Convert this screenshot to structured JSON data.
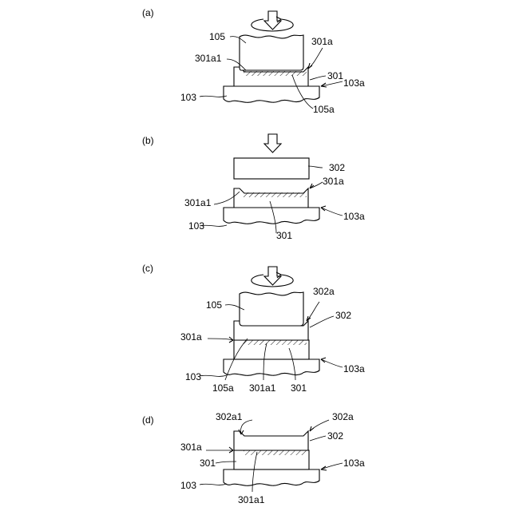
{
  "panels": {
    "a": {
      "label": "(a)",
      "refs": {
        "tool": "105",
        "tool_face": "105a",
        "top_surface": "301a",
        "recess": "301a1",
        "layer": "301",
        "substrate": "103",
        "substrate_surface": "103a"
      }
    },
    "b": {
      "label": "(b)",
      "refs": {
        "plate": "302",
        "top_surface": "301a",
        "recess": "301a1",
        "layer": "301",
        "substrate": "103",
        "substrate_surface": "103a"
      }
    },
    "c": {
      "label": "(c)",
      "refs": {
        "tool": "105",
        "plate_surface": "302a",
        "plate": "302",
        "top_surface": "301a",
        "substrate": "103",
        "tool_face": "105a",
        "recess": "301a1",
        "layer": "301",
        "substrate_surface": "103a"
      }
    },
    "d": {
      "label": "(d)",
      "refs": {
        "plate_recess": "302a1",
        "plate_surface": "302a",
        "plate": "302",
        "top_surface": "301a",
        "layer": "301",
        "substrate": "103",
        "recess": "301a1",
        "substrate_surface": "103a"
      }
    }
  }
}
